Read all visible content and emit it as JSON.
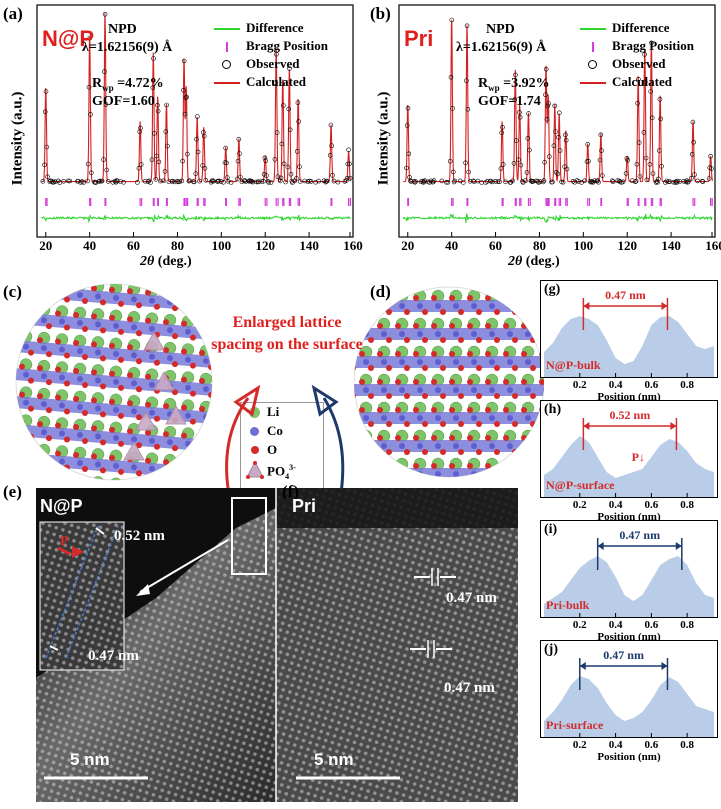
{
  "panels": {
    "a": {
      "label": "(a)",
      "sample": "N@P",
      "instrument": "NPD",
      "wavelength": "λ=1.62156(9) Å",
      "rwp_prefix": "R",
      "rwp_sub": "wp",
      "rwp_value": " =4.72%",
      "gof": "GOF=1.60",
      "legend": [
        "Difference",
        "Bragg Position",
        "Observed",
        "Calculated"
      ],
      "ylabel": "Intensity (a.u.)",
      "xlabel_italic": "2θ",
      "xlabel_rest": " (deg.)",
      "xticks": [
        "20",
        "40",
        "60",
        "80",
        "100",
        "120",
        "140",
        "160"
      ]
    },
    "b": {
      "label": "(b)",
      "sample": "Pri",
      "instrument": "NPD",
      "wavelength": "λ=1.62156(9) Å",
      "rwp_prefix": "R",
      "rwp_sub": "wp",
      "rwp_value": " =3.92%",
      "gof": "GOF=1.74",
      "legend": [
        "Difference",
        "Bragg Position",
        "Observed",
        "Calculated"
      ],
      "ylabel": "Intensity (a.u.)",
      "xlabel_italic": "2θ",
      "xlabel_rest": " (deg.)",
      "xticks": [
        "20",
        "40",
        "60",
        "80",
        "100",
        "120",
        "140",
        "160"
      ]
    },
    "c": {
      "label": "(c)"
    },
    "d": {
      "label": "(d)"
    },
    "e": {
      "label": "(e)",
      "sample": "N@P",
      "inset_p": "P",
      "meas_052": "0.52 nm",
      "meas_047": "0.47 nm",
      "scale": "5 nm"
    },
    "f": {
      "label": "(f)",
      "sample": "Pri",
      "meas_1": "0.47 nm",
      "meas_2": "0.47 nm",
      "scale": "5 nm"
    }
  },
  "center_note": [
    "Enlarged lattice",
    "spacing on the surface"
  ],
  "atom_legend": [
    {
      "label": "Li",
      "color": "#7dc46a"
    },
    {
      "label": "Co",
      "color": "#6e6ed6"
    },
    {
      "label": "O",
      "color": "#d42a2a"
    },
    {
      "label": "PO",
      "sub": "4",
      "sup": "3-",
      "color": "#c9a9c6"
    }
  ],
  "chart_data": [
    {
      "type": "line",
      "panel": "(a)",
      "title": "NPD",
      "xlabel": "2θ (deg.)",
      "ylabel": "Intensity (a.u.)",
      "xlim": [
        16,
        160
      ],
      "series": [
        {
          "name": "Calculated",
          "peaks": [
            [
              20,
              0.55
            ],
            [
              40,
              0.85
            ],
            [
              47,
              0.99
            ],
            [
              63,
              0.35
            ],
            [
              69,
              0.75
            ],
            [
              71,
              0.5
            ],
            [
              75,
              0.45
            ],
            [
              83,
              0.72
            ],
            [
              84,
              0.55
            ],
            [
              89,
              0.38
            ],
            [
              92,
              0.32
            ],
            [
              102,
              0.2
            ],
            [
              108,
              0.25
            ],
            [
              120,
              0.15
            ],
            [
              125,
              0.78
            ],
            [
              128,
              0.6
            ],
            [
              131,
              0.66
            ],
            [
              135,
              0.48
            ],
            [
              150,
              0.33
            ],
            [
              158,
              0.18
            ]
          ]
        }
      ]
    },
    {
      "type": "line",
      "panel": "(b)",
      "title": "NPD",
      "xlabel": "2θ (deg.)",
      "ylabel": "Intensity (a.u.)",
      "xlim": [
        16,
        160
      ],
      "series": [
        {
          "name": "Calculated",
          "peaks": [
            [
              20,
              0.45
            ],
            [
              40,
              0.95
            ],
            [
              47,
              0.92
            ],
            [
              63,
              0.35
            ],
            [
              69,
              0.65
            ],
            [
              71,
              0.45
            ],
            [
              75,
              0.4
            ],
            [
              83,
              0.68
            ],
            [
              84,
              0.5
            ],
            [
              87,
              0.45
            ],
            [
              89,
              0.4
            ],
            [
              92,
              0.3
            ],
            [
              102,
              0.22
            ],
            [
              108,
              0.28
            ],
            [
              120,
              0.15
            ],
            [
              125,
              0.62
            ],
            [
              128,
              0.78
            ],
            [
              131,
              0.82
            ],
            [
              135,
              0.5
            ],
            [
              150,
              0.35
            ],
            [
              158,
              0.15
            ]
          ]
        }
      ]
    },
    {
      "type": "area",
      "panel": "(g)",
      "label": "N@P-bulk",
      "annotation": "0.47 nm",
      "xlabel": "Position (nm)",
      "xticks": [
        "0.2",
        "0.4",
        "0.6",
        "0.8"
      ],
      "xlim": [
        0,
        0.95
      ],
      "x": [
        0,
        0.05,
        0.1,
        0.15,
        0.2,
        0.25,
        0.3,
        0.35,
        0.4,
        0.45,
        0.5,
        0.55,
        0.6,
        0.65,
        0.7,
        0.75,
        0.8,
        0.85,
        0.9,
        0.95
      ],
      "y": [
        0.4,
        0.55,
        0.8,
        0.95,
        1.0,
        0.95,
        0.85,
        0.6,
        0.3,
        0.2,
        0.25,
        0.5,
        0.85,
        0.98,
        1.0,
        0.9,
        0.7,
        0.5,
        0.45,
        0.5
      ],
      "markers": [
        0.22,
        0.69
      ]
    },
    {
      "type": "area",
      "panel": "(h)",
      "label": "N@P-surface",
      "annotation": "0.52 nm",
      "arrow_label": "P",
      "xlabel": "Position (nm)",
      "xticks": [
        "0.2",
        "0.4",
        "0.6",
        "0.8"
      ],
      "xlim": [
        0,
        0.95
      ],
      "x": [
        0,
        0.05,
        0.1,
        0.15,
        0.2,
        0.25,
        0.3,
        0.35,
        0.4,
        0.45,
        0.5,
        0.55,
        0.6,
        0.65,
        0.7,
        0.75,
        0.8,
        0.85,
        0.9,
        0.95
      ],
      "y": [
        0.35,
        0.45,
        0.65,
        0.85,
        1.0,
        0.9,
        0.65,
        0.4,
        0.3,
        0.35,
        0.4,
        0.45,
        0.65,
        0.85,
        0.95,
        0.9,
        0.75,
        0.55,
        0.45,
        0.4
      ],
      "markers": [
        0.22,
        0.74
      ]
    },
    {
      "type": "area",
      "panel": "(i)",
      "label": "Pri-bulk",
      "annotation": "0.47 nm",
      "xlabel": "Position (nm)",
      "xticks": [
        "0.2",
        "0.4",
        "0.6",
        "0.8"
      ],
      "xlim": [
        0,
        0.95
      ],
      "x": [
        0,
        0.05,
        0.1,
        0.15,
        0.2,
        0.25,
        0.3,
        0.35,
        0.4,
        0.45,
        0.5,
        0.55,
        0.6,
        0.65,
        0.7,
        0.75,
        0.8,
        0.85,
        0.9,
        0.95
      ],
      "y": [
        0.2,
        0.3,
        0.4,
        0.6,
        0.8,
        0.92,
        1.0,
        0.9,
        0.65,
        0.35,
        0.25,
        0.35,
        0.6,
        0.85,
        0.95,
        1.0,
        0.85,
        0.55,
        0.35,
        0.3
      ],
      "markers": [
        0.3,
        0.77
      ]
    },
    {
      "type": "area",
      "panel": "(j)",
      "label": "Pri-surface",
      "annotation": "0.47 nm",
      "xlabel": "Position (nm)",
      "xticks": [
        "0.2",
        "0.4",
        "0.6",
        "0.8"
      ],
      "xlim": [
        0,
        0.95
      ],
      "x": [
        0,
        0.05,
        0.1,
        0.15,
        0.2,
        0.25,
        0.3,
        0.35,
        0.4,
        0.45,
        0.5,
        0.55,
        0.6,
        0.65,
        0.7,
        0.75,
        0.8,
        0.85,
        0.9,
        0.95
      ],
      "y": [
        0.25,
        0.4,
        0.6,
        0.85,
        1.0,
        0.95,
        0.8,
        0.55,
        0.35,
        0.25,
        0.3,
        0.4,
        0.6,
        0.85,
        0.98,
        0.9,
        0.7,
        0.5,
        0.45,
        0.4
      ],
      "markers": [
        0.2,
        0.69
      ]
    }
  ]
}
